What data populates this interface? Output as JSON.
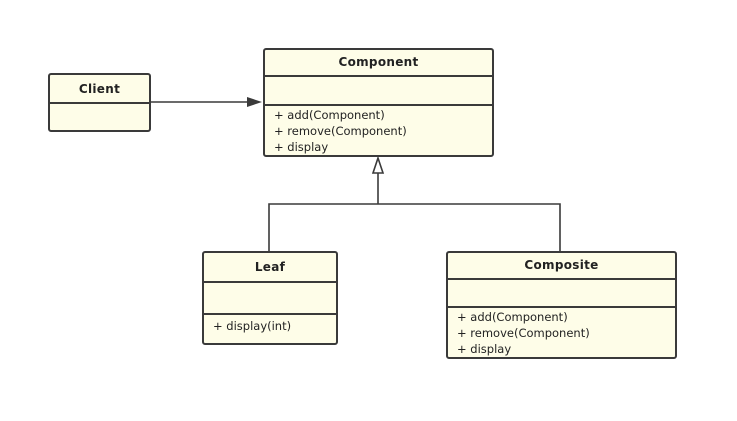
{
  "classes": {
    "client": {
      "name": "Client",
      "operations": []
    },
    "component": {
      "name": "Component",
      "operations": [
        "+ add(Component)",
        "+ remove(Component)",
        "+ display"
      ]
    },
    "leaf": {
      "name": "Leaf",
      "operations": [
        "+ display(int)"
      ]
    },
    "composite": {
      "name": "Composite",
      "operations": [
        "+ add(Component)",
        "+ remove(Component)",
        "+ display"
      ]
    }
  },
  "colors": {
    "class_fill": "#fefde8",
    "stroke": "#3a3a3a",
    "background": "#ffffff"
  },
  "relationships": [
    {
      "type": "association",
      "from": "Client",
      "to": "Component"
    },
    {
      "type": "generalization",
      "from": "Leaf",
      "to": "Component"
    },
    {
      "type": "generalization",
      "from": "Composite",
      "to": "Component"
    }
  ]
}
